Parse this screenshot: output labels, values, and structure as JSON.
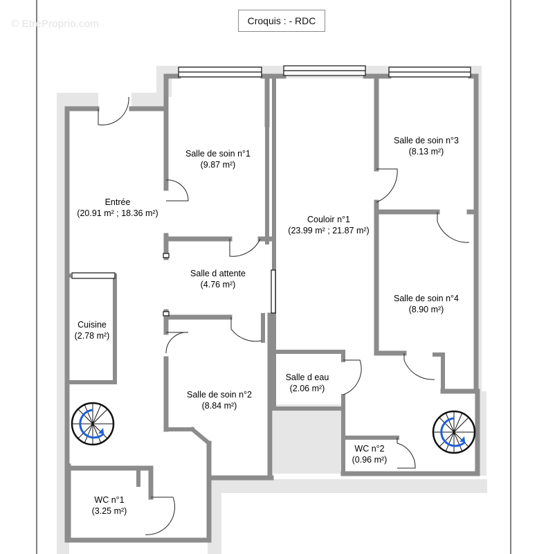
{
  "watermark": "© EtreProprio.com",
  "title": "Croquis :  - RDC",
  "rooms": [
    {
      "name": "Entrée",
      "area": "(20.91 m² ; 18.36 m²)"
    },
    {
      "name": "Salle de soin n°1",
      "area": "(9.87 m²)"
    },
    {
      "name": "Salle d attente",
      "area": "(4.76 m²)"
    },
    {
      "name": "Cuisine",
      "area": "(2.78 m²)"
    },
    {
      "name": "Salle de soin n°2",
      "area": "(8.84 m²)"
    },
    {
      "name": "WC n°1",
      "area": "(3.25 m²)"
    },
    {
      "name": "Couloir n°1",
      "area": "(23.99 m² ; 21.87 m²)"
    },
    {
      "name": "Salle de soin n°3",
      "area": "(8.13 m²)"
    },
    {
      "name": "Salle de soin n°4",
      "area": "(8.90 m²)"
    },
    {
      "name": "Salle d eau",
      "area": "(2.06 m²)"
    },
    {
      "name": "WC n°2",
      "area": "(0.96 m²)"
    }
  ],
  "colors": {
    "wall": "#8c8c8c",
    "outer_margin": "#e6e6e6",
    "stair_arrow": "#1f5fd6"
  },
  "icons": [
    "staircase-icon",
    "staircase-icon",
    "door-swing-icon",
    "window-icon"
  ]
}
